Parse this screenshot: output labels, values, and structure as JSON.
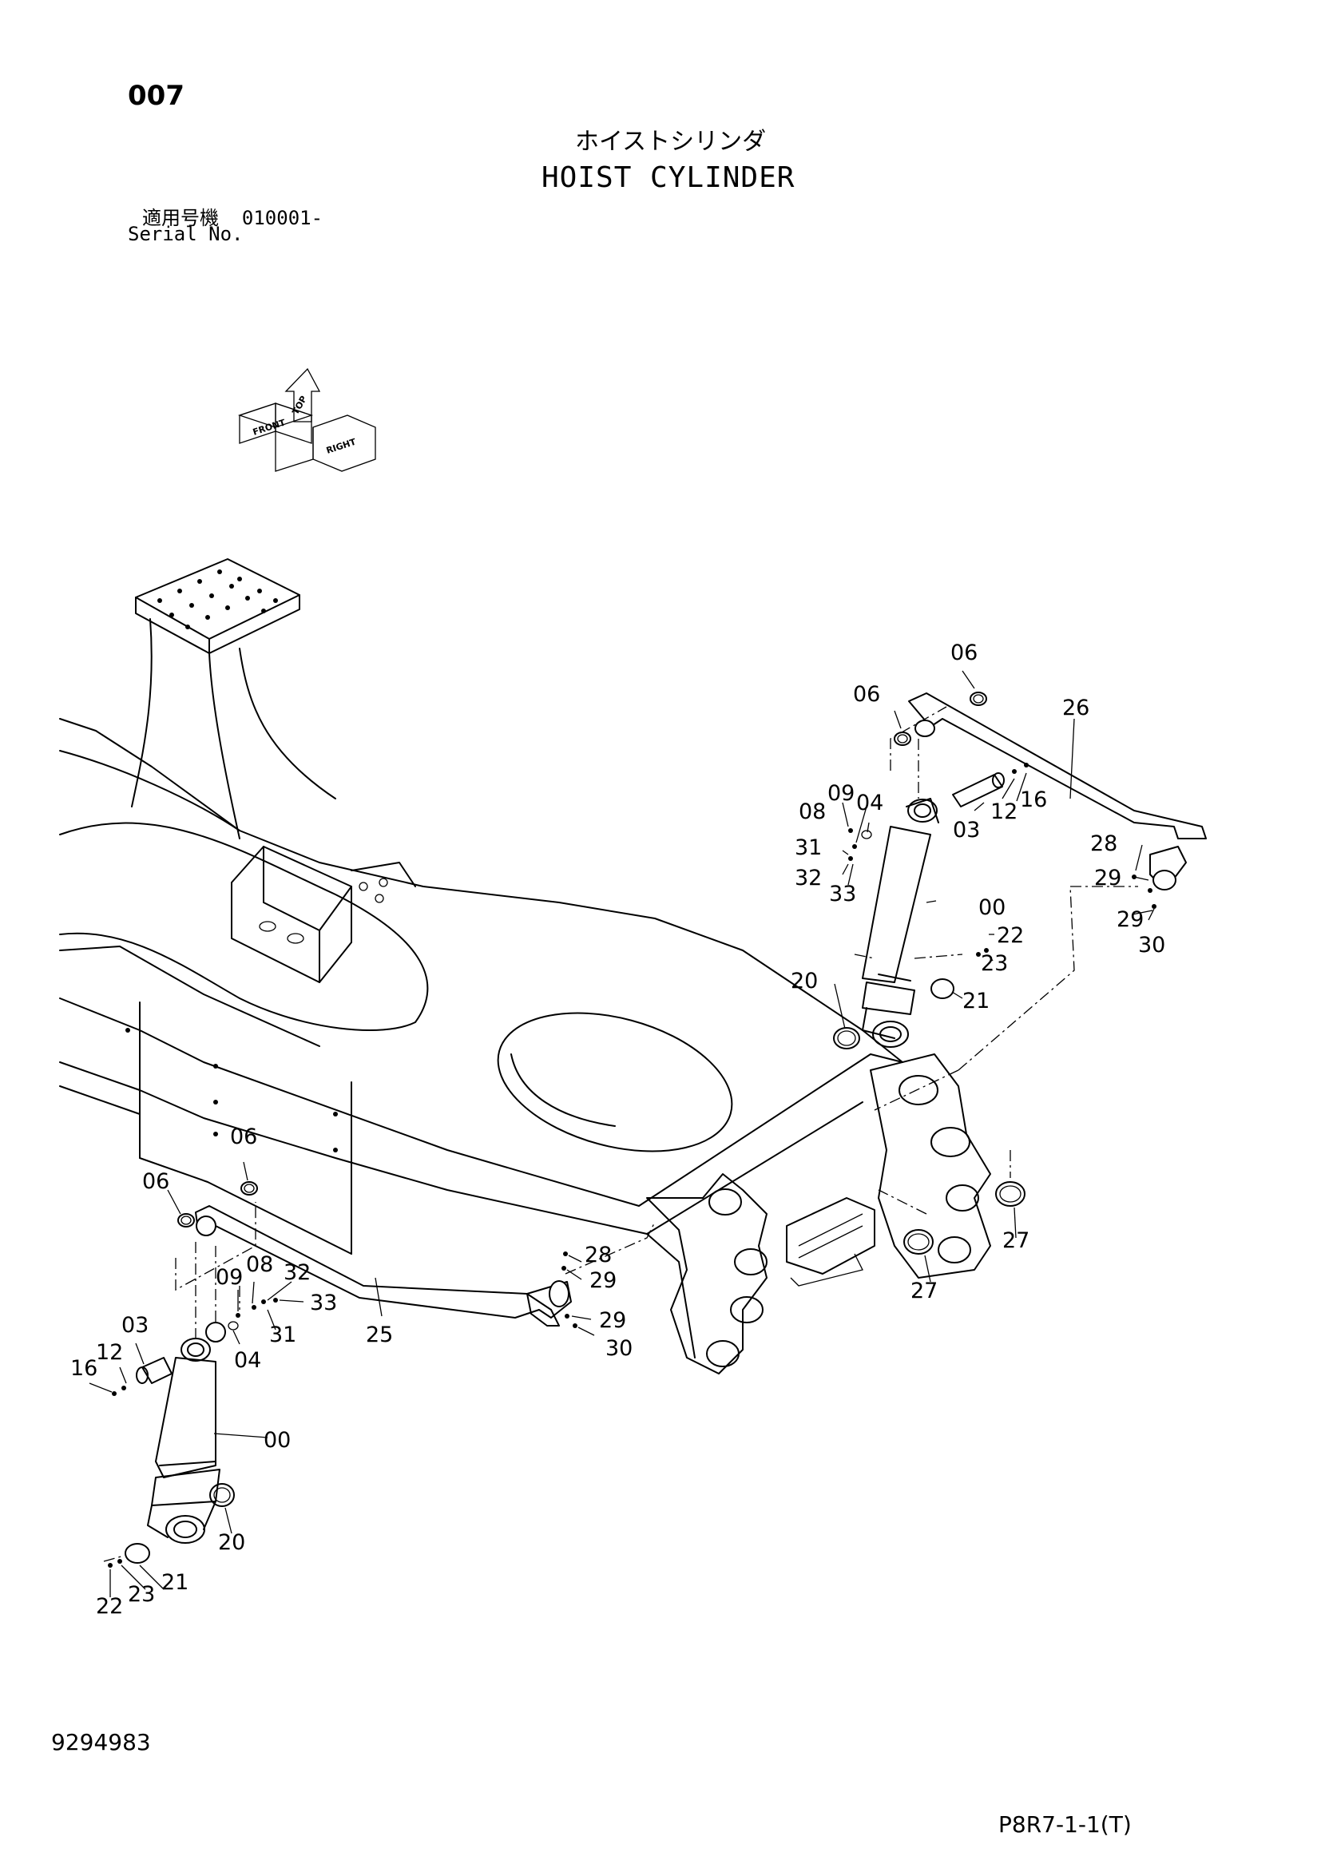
{
  "header": {
    "page_number": "007",
    "title_jp": "ホイストシリンダ",
    "title_en": "HOIST CYLINDER",
    "serial_label_jp": "適用号機",
    "serial_value": "010001-",
    "serial_label_en": "Serial No."
  },
  "orientation": {
    "top": "TOP",
    "front": "FRONT",
    "right": "RIGHT"
  },
  "callouts": {
    "right_06a": "06",
    "right_06b": "06",
    "right_26": "26",
    "right_08": "08",
    "right_09": "09",
    "right_04": "04",
    "right_31": "31",
    "right_32": "32",
    "right_33": "33",
    "right_03": "03",
    "right_12": "12",
    "right_16": "16",
    "right_28": "28",
    "right_29a": "29",
    "right_29b": "29",
    "right_30": "30",
    "right_00": "00",
    "right_22": "22",
    "right_23": "23",
    "right_20": "20",
    "right_21": "21",
    "right_27a": "27",
    "right_27b": "27",
    "left_06a": "06",
    "left_06b": "06",
    "left_28": "28",
    "left_29a": "29",
    "left_29b": "29",
    "left_30": "30",
    "left_25": "25",
    "left_09": "09",
    "left_08": "08",
    "left_32": "32",
    "left_33": "33",
    "left_31": "31",
    "left_04": "04",
    "left_03": "03",
    "left_12": "12",
    "left_16": "16",
    "left_00": "00",
    "left_20": "20",
    "left_21": "21",
    "left_22": "22",
    "left_23": "23"
  },
  "footer": {
    "document_number": "9294983",
    "page_code": "P8R7-1-1(T)"
  }
}
